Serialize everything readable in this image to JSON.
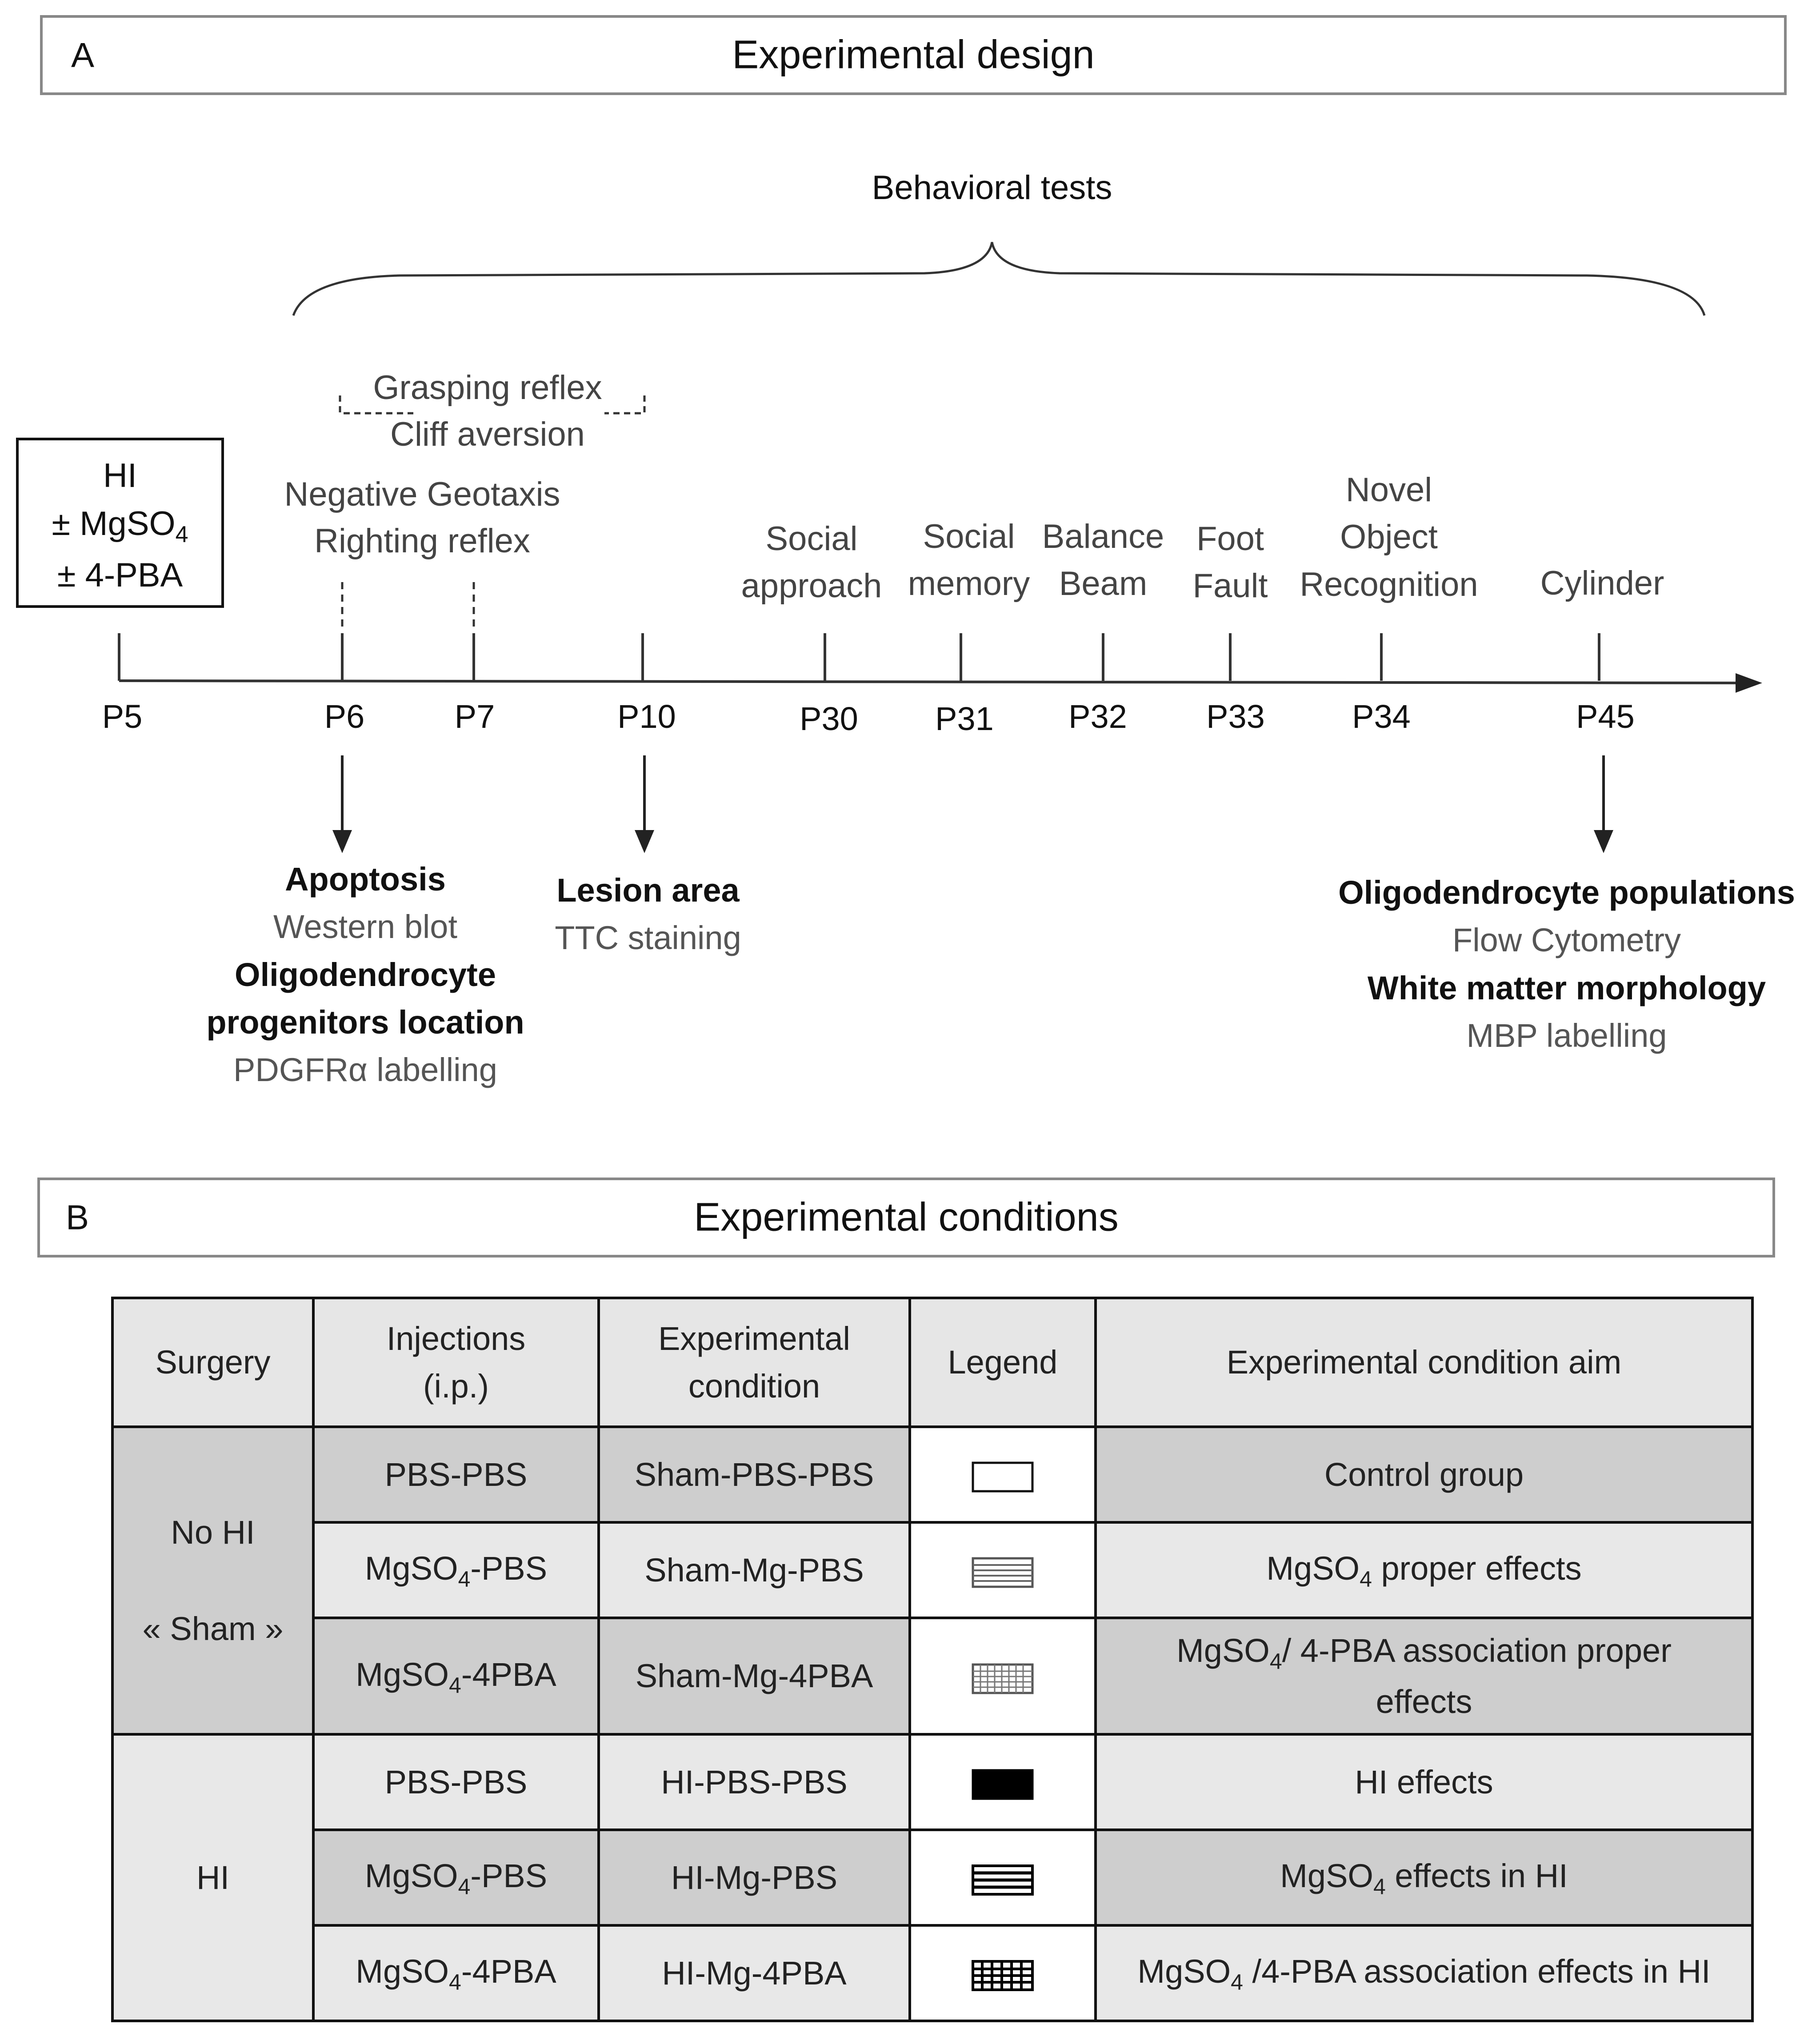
{
  "panel_a": {
    "letter": "A",
    "title": "Experimental design",
    "behavioral_label": "Behavioral tests",
    "treatment_box": [
      "HI",
      "± MgSO",
      "4",
      "± 4-PBA"
    ],
    "timepoints": [
      "P5",
      "P6",
      "P7",
      "P10",
      "P30",
      "P31",
      "P32",
      "P33",
      "P34",
      "P45"
    ],
    "tests": {
      "grasping": "Grasping reflex",
      "cliff": "Cliff aversion",
      "geotaxis": "Negative Geotaxis",
      "righting": "Righting reflex",
      "social_approach": [
        "Social",
        "approach"
      ],
      "social_memory": [
        "Social",
        "memory"
      ],
      "balance_beam": [
        "Balance",
        "Beam"
      ],
      "foot_fault": [
        "Foot",
        "Fault"
      ],
      "novel_object": [
        "Novel",
        "Object",
        "Recognition"
      ],
      "cylinder": "Cylinder"
    },
    "outcomes": {
      "p6": [
        {
          "text": "Apoptosis",
          "bold": true
        },
        {
          "text": "Western blot",
          "bold": false
        },
        {
          "text": "Oligodendrocyte",
          "bold": true
        },
        {
          "text": "progenitors location",
          "bold": true
        },
        {
          "text": "PDGFRα labelling",
          "bold": false
        }
      ],
      "p10": [
        {
          "text": "Lesion area",
          "bold": true
        },
        {
          "text": "TTC staining",
          "bold": false
        }
      ],
      "p45": [
        {
          "text": "Oligodendrocyte populations",
          "bold": true
        },
        {
          "text": "Flow Cytometry",
          "bold": false
        },
        {
          "text": "White matter morphology",
          "bold": true
        },
        {
          "text": "MBP labelling",
          "bold": false
        }
      ]
    }
  },
  "panel_b": {
    "letter": "B",
    "title": "Experimental conditions",
    "headers": {
      "surgery": "Surgery",
      "injections": [
        "Injections",
        "(i.p.)"
      ],
      "condition": [
        "Experimental",
        "condition"
      ],
      "legend": "Legend",
      "aim": "Experimental condition aim"
    },
    "groups": [
      {
        "surgery": [
          "No HI",
          "« Sham »"
        ]
      },
      {
        "surgery": [
          "HI"
        ]
      }
    ],
    "rows": [
      {
        "inj_pre": "PBS-PBS",
        "inj_sub": "",
        "inj_post": "",
        "condition": "Sham-PBS-PBS",
        "legend": "empty",
        "aim_pre": "Control group",
        "aim_sub": "",
        "aim_post": "",
        "aim_line2": ""
      },
      {
        "inj_pre": "MgSO",
        "inj_sub": "4",
        "inj_post": "-PBS",
        "condition": "Sham-Mg-PBS",
        "legend": "light-stripes",
        "aim_pre": "MgSO",
        "aim_sub": "4",
        "aim_post": " proper effects",
        "aim_line2": ""
      },
      {
        "inj_pre": "MgSO",
        "inj_sub": "4",
        "inj_post": "-4PBA",
        "condition": "Sham-Mg-4PBA",
        "legend": "light-grid",
        "aim_pre": "MgSO",
        "aim_sub": "4",
        "aim_post": "/ 4-PBA association proper",
        "aim_line2": "effects"
      },
      {
        "inj_pre": "PBS-PBS",
        "inj_sub": "",
        "inj_post": "",
        "condition": "HI-PBS-PBS",
        "legend": "solid",
        "aim_pre": "HI effects",
        "aim_sub": "",
        "aim_post": "",
        "aim_line2": ""
      },
      {
        "inj_pre": "MgSO",
        "inj_sub": "4",
        "inj_post": "-PBS",
        "condition": "HI-Mg-PBS",
        "legend": "dark-stripes",
        "aim_pre": "MgSO",
        "aim_sub": "4",
        "aim_post": " effects in HI",
        "aim_line2": ""
      },
      {
        "inj_pre": "MgSO",
        "inj_sub": "4",
        "inj_post": "-4PBA",
        "condition": "HI-Mg-4PBA",
        "legend": "dark-grid",
        "aim_pre": "MgSO",
        "aim_sub": "4",
        "aim_post": " /4-PBA association effects in HI",
        "aim_line2": ""
      }
    ]
  },
  "colors": {
    "dark_cell": "#cecece",
    "light_cell": "#e8e8e8",
    "header_cell": "#e6e6e6",
    "border": "#111111"
  }
}
